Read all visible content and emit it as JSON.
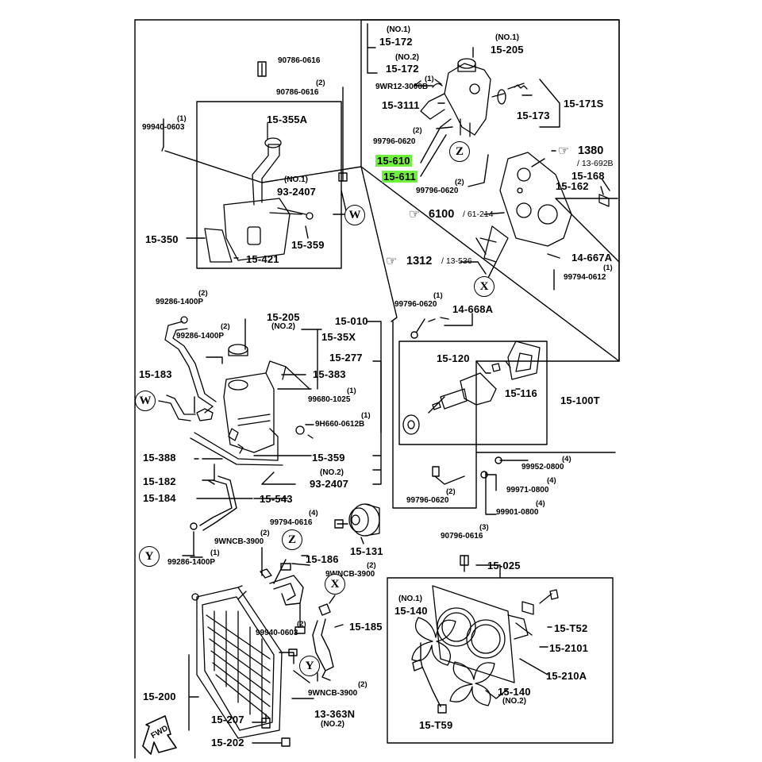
{
  "parts": {
    "p15_172_no1": {
      "qty": "(NO.1)",
      "code": "15-172"
    },
    "p15_172_no2": {
      "qty": "(NO.2)",
      "code": "15-172"
    },
    "p15_205_no1": {
      "qty": "(NO.1)",
      "code": "15-205"
    },
    "p9wr12": {
      "qty": "(1)",
      "code": "9WR12-3000B"
    },
    "p15_3111": {
      "code": "15-3111"
    },
    "p15_171s": {
      "code": "15-171S"
    },
    "p15_173": {
      "code": "15-173"
    },
    "p99796_a": {
      "qty": "(2)",
      "code": "99796-0620"
    },
    "p15_610": {
      "code": "15-610"
    },
    "p15_611": {
      "code": "15-611"
    },
    "p99796_b": {
      "qty": "(2)",
      "code": "99796-0620"
    },
    "p13_692b": {
      "code": "/ 13-692B"
    },
    "p15_168": {
      "code": "15-168"
    },
    "p15_162": {
      "code": "15-162"
    },
    "p61_214": {
      "code": "/ 61-214"
    },
    "p13_536": {
      "code": "/ 13-536"
    },
    "p14_667a": {
      "code": "14-667A"
    },
    "p99794_a": {
      "qty": "(1)",
      "code": "99794-0612"
    },
    "p90786_1": {
      "code": "90786-0616"
    },
    "p90786_2": {
      "qty": "(2)",
      "code": "90786-0616"
    },
    "p99940_a": {
      "qty": "(1)",
      "code": "99940-0603"
    },
    "p15_355a": {
      "code": "15-355A"
    },
    "p93_2407_no1": {
      "qty": "(NO.1)",
      "code": "93-2407"
    },
    "p15_350": {
      "code": "15-350"
    },
    "p15_359_a": {
      "code": "15-359"
    },
    "p15_421": {
      "code": "15-421"
    },
    "p99286_a": {
      "qty": "(2)",
      "code": "99286-1400P"
    },
    "p15_205_no2": {
      "code": "15-205",
      "qty": "(NO.2)"
    },
    "p15_010": {
      "code": "15-010"
    },
    "p99286_b": {
      "qty": "(2)",
      "code": "99286-1400P"
    },
    "p15_35x": {
      "code": "15-35X"
    },
    "p15_277": {
      "code": "15-277"
    },
    "p15_183": {
      "code": "15-183"
    },
    "p15_383": {
      "code": "15-383"
    },
    "p99680": {
      "qty": "(1)",
      "code": "99680-1025"
    },
    "p9h660": {
      "qty": "(1)",
      "code": "9H660-0612B"
    },
    "p15_388": {
      "code": "15-388"
    },
    "p15_359_b": {
      "code": "15-359"
    },
    "p15_182": {
      "code": "15-182"
    },
    "p93_2407_no2": {
      "qty": "(NO.2)",
      "code": "93-2407"
    },
    "p15_184": {
      "code": "15-184"
    },
    "p15_543": {
      "code": "15-543"
    },
    "p99286_c": {
      "qty": "(1)",
      "code": "99286-1400P"
    },
    "p99796_c": {
      "qty": "(1)",
      "code": "99796-0620"
    },
    "p14_668a": {
      "code": "14-668A"
    },
    "p15_120": {
      "code": "15-120"
    },
    "p15_116": {
      "code": "15-116"
    },
    "p15_100t": {
      "code": "15-100T"
    },
    "p99952": {
      "qty": "(4)",
      "code": "99952-0800"
    },
    "p99971": {
      "qty": "(4)",
      "code": "99971-0800"
    },
    "p99796_d": {
      "qty": "(2)",
      "code": "99796-0620"
    },
    "p99901": {
      "qty": "(4)",
      "code": "99901-0800"
    },
    "p99794_b": {
      "qty": "(4)",
      "code": "99794-0616"
    },
    "p15_131": {
      "code": "15-131"
    },
    "p90796": {
      "qty": "(3)",
      "code": "90796-0616"
    },
    "p9wncb_a": {
      "qty": "(2)",
      "code": "9WNCB-3900"
    },
    "p15_186": {
      "code": "15-186"
    },
    "p9wncb_b": {
      "qty": "(2)",
      "code": "9WNCB-3900"
    },
    "p15_025": {
      "code": "15-025"
    },
    "p15_185": {
      "code": "15-185"
    },
    "p99940_b": {
      "qty": "(2)",
      "code": "99940-0603"
    },
    "p15_140_no1": {
      "qty": "(NO.1)",
      "code": "15-140"
    },
    "p15_t52": {
      "code": "15-T52"
    },
    "p15_2101": {
      "code": "15-2101"
    },
    "p9wncb_c": {
      "qty": "(2)",
      "code": "9WNCB-3900"
    },
    "p15_200": {
      "code": "15-200"
    },
    "p15_210a": {
      "code": "15-210A"
    },
    "p13_363n": {
      "code": "13-363N",
      "qty": "(NO.2)"
    },
    "p15_140_no2": {
      "code": "15-140",
      "qty": "(NO.2)"
    },
    "p15_207": {
      "code": "15-207"
    },
    "p15_t59": {
      "code": "15-T59"
    },
    "p15_202": {
      "code": "15-202"
    }
  },
  "refs": {
    "r1380": {
      "code": "1380"
    },
    "r6100": {
      "code": "6100"
    },
    "r1312": {
      "code": "1312"
    }
  },
  "markers": {
    "w": "W",
    "x": "X",
    "y": "Y",
    "z": "Z"
  },
  "fwd": "FWD",
  "highlight_color": "#6ef03c"
}
